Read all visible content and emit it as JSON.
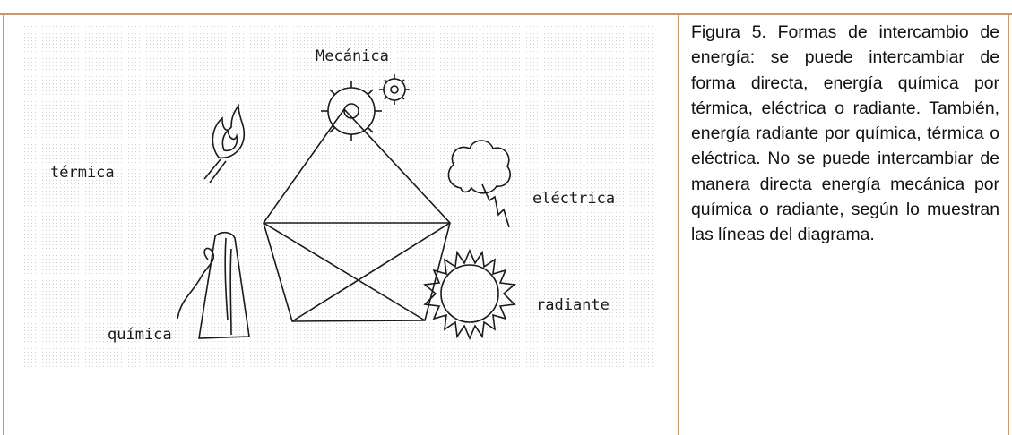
{
  "diagram": {
    "labels": {
      "mecanica": "Mecánica",
      "termica": "térmica",
      "electrica": "eléctrica",
      "quimica": "química",
      "radiante": "radiante"
    },
    "icons": [
      "gear-icon",
      "flame-icon",
      "lightning-cloud-icon",
      "sun-icon",
      "flask-icon"
    ]
  },
  "caption": {
    "text": "Figura 5. Formas de intercambio de energía: se puede intercambiar de forma directa, energía química por térmica, eléctrica o radiante. También, energía radiante por química, térmica o eléctrica. No se puede intercambiar de manera directa energía mecánica por química o radiante, según lo muestran las líneas del diagrama."
  },
  "colors": {
    "border": "#c99a6b",
    "ink": "#1a1a1a",
    "dot": "#d6d6d6"
  }
}
